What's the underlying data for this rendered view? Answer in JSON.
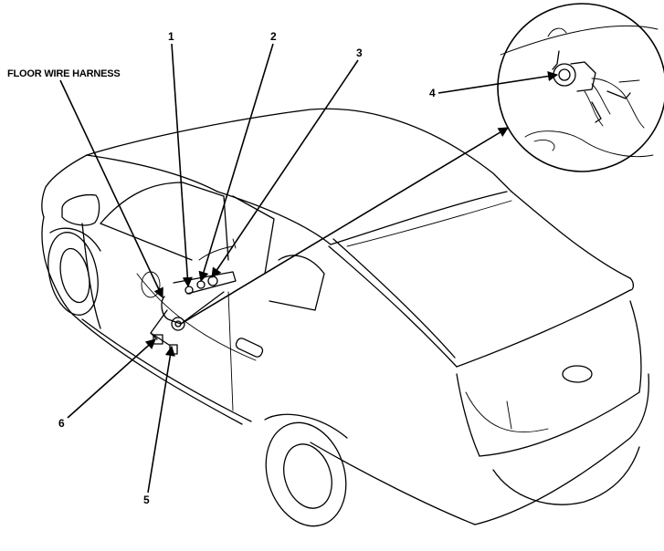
{
  "callouts": {
    "floor_wire_harness": "FLOOR WIRE HARNESS",
    "c1": "1",
    "c2": "2",
    "c3": "3",
    "c4": "4",
    "c5": "5",
    "c6": "6"
  },
  "icons": {
    "vehicle": "car-rear-three-quarter-icon",
    "detail": "ground-terminal-detail-icon"
  }
}
